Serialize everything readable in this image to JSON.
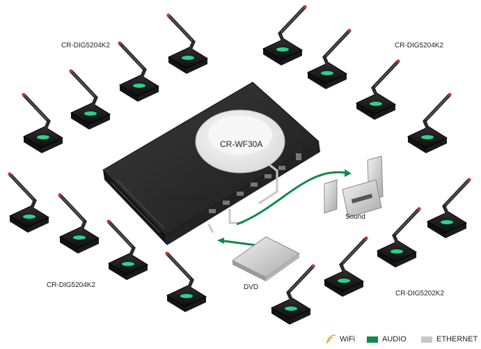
{
  "labels": {
    "group_top_left": "CR-DIG5204K2",
    "group_top_right": "CR-DIG5204K2",
    "group_bottom_left": "CR-DIG5204K2",
    "group_bottom_right": "CR-DIG5202K2",
    "access_point": "CR-WF30A",
    "switch": "CR-WiFi6301",
    "sound": "Sound",
    "dvd": "DVD"
  },
  "legend": {
    "wifi": "WiFi",
    "audio": "AUDIO",
    "ethernet": "ETHERNET"
  },
  "colors": {
    "wifi": "#e8a33b",
    "audio": "#0f8a4a",
    "ethernet": "#c8c8c8",
    "device_dark": "#1e1e1e",
    "accent_green": "#2bd38a"
  }
}
